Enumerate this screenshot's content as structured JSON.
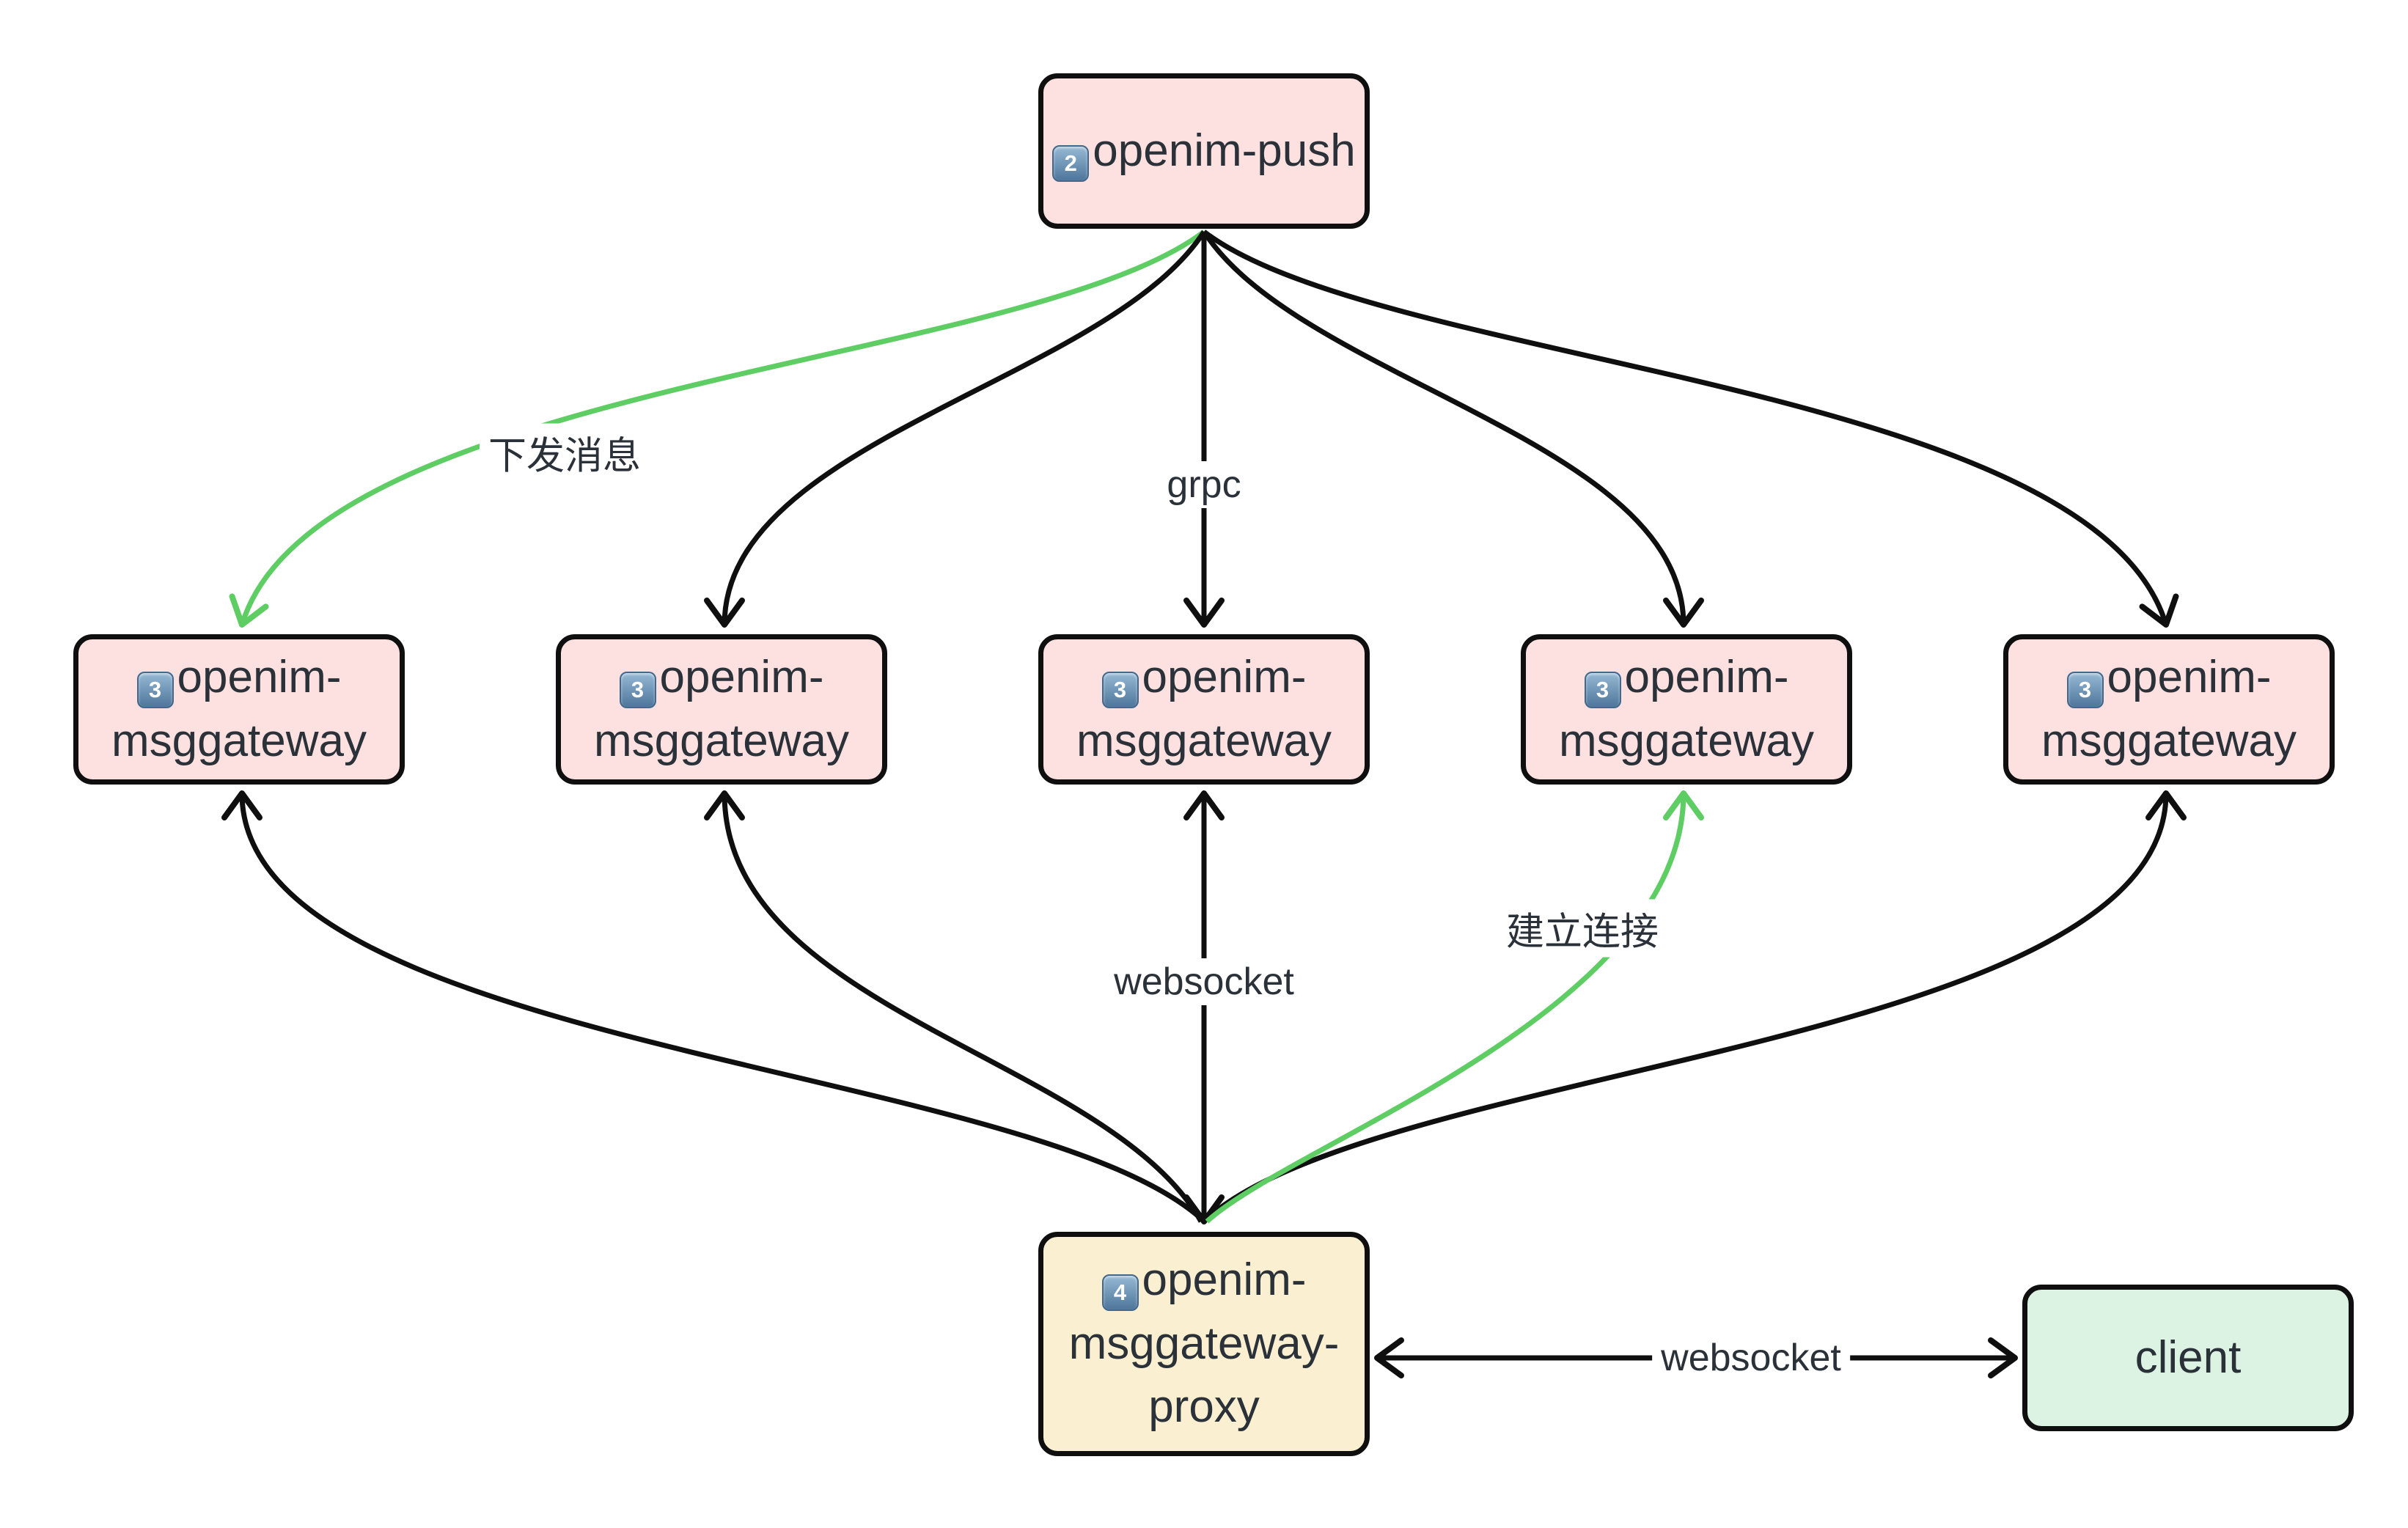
{
  "diagram": {
    "title_hint": "OpenIM push / msggateway topology",
    "nodes": {
      "push": {
        "badge": "2",
        "label": "openim-push"
      },
      "gateways": [
        {
          "badge": "3",
          "label": "openim-msggateway"
        },
        {
          "badge": "3",
          "label": "openim-msggateway"
        },
        {
          "badge": "3",
          "label": "openim-msggateway"
        },
        {
          "badge": "3",
          "label": "openim-msggateway"
        },
        {
          "badge": "3",
          "label": "openim-msggateway"
        }
      ],
      "proxy": {
        "badge": "4",
        "label": "openim-msggateway-proxy"
      },
      "client": {
        "label": "client"
      }
    },
    "edge_labels": {
      "deliver": "下发消息",
      "grpc": "grpc",
      "websocket_internal": "websocket",
      "establish": "建立连接",
      "websocket_client": "websocket"
    },
    "colors": {
      "node_fill_pink": "#fde0e0",
      "node_fill_yellow": "#faf0d1",
      "node_fill_green": "#dcf3e3",
      "node_border": "#0f0f0f",
      "edge_black": "#0f0f0f",
      "edge_green": "#5ecd64",
      "text": "#2b3138"
    }
  }
}
